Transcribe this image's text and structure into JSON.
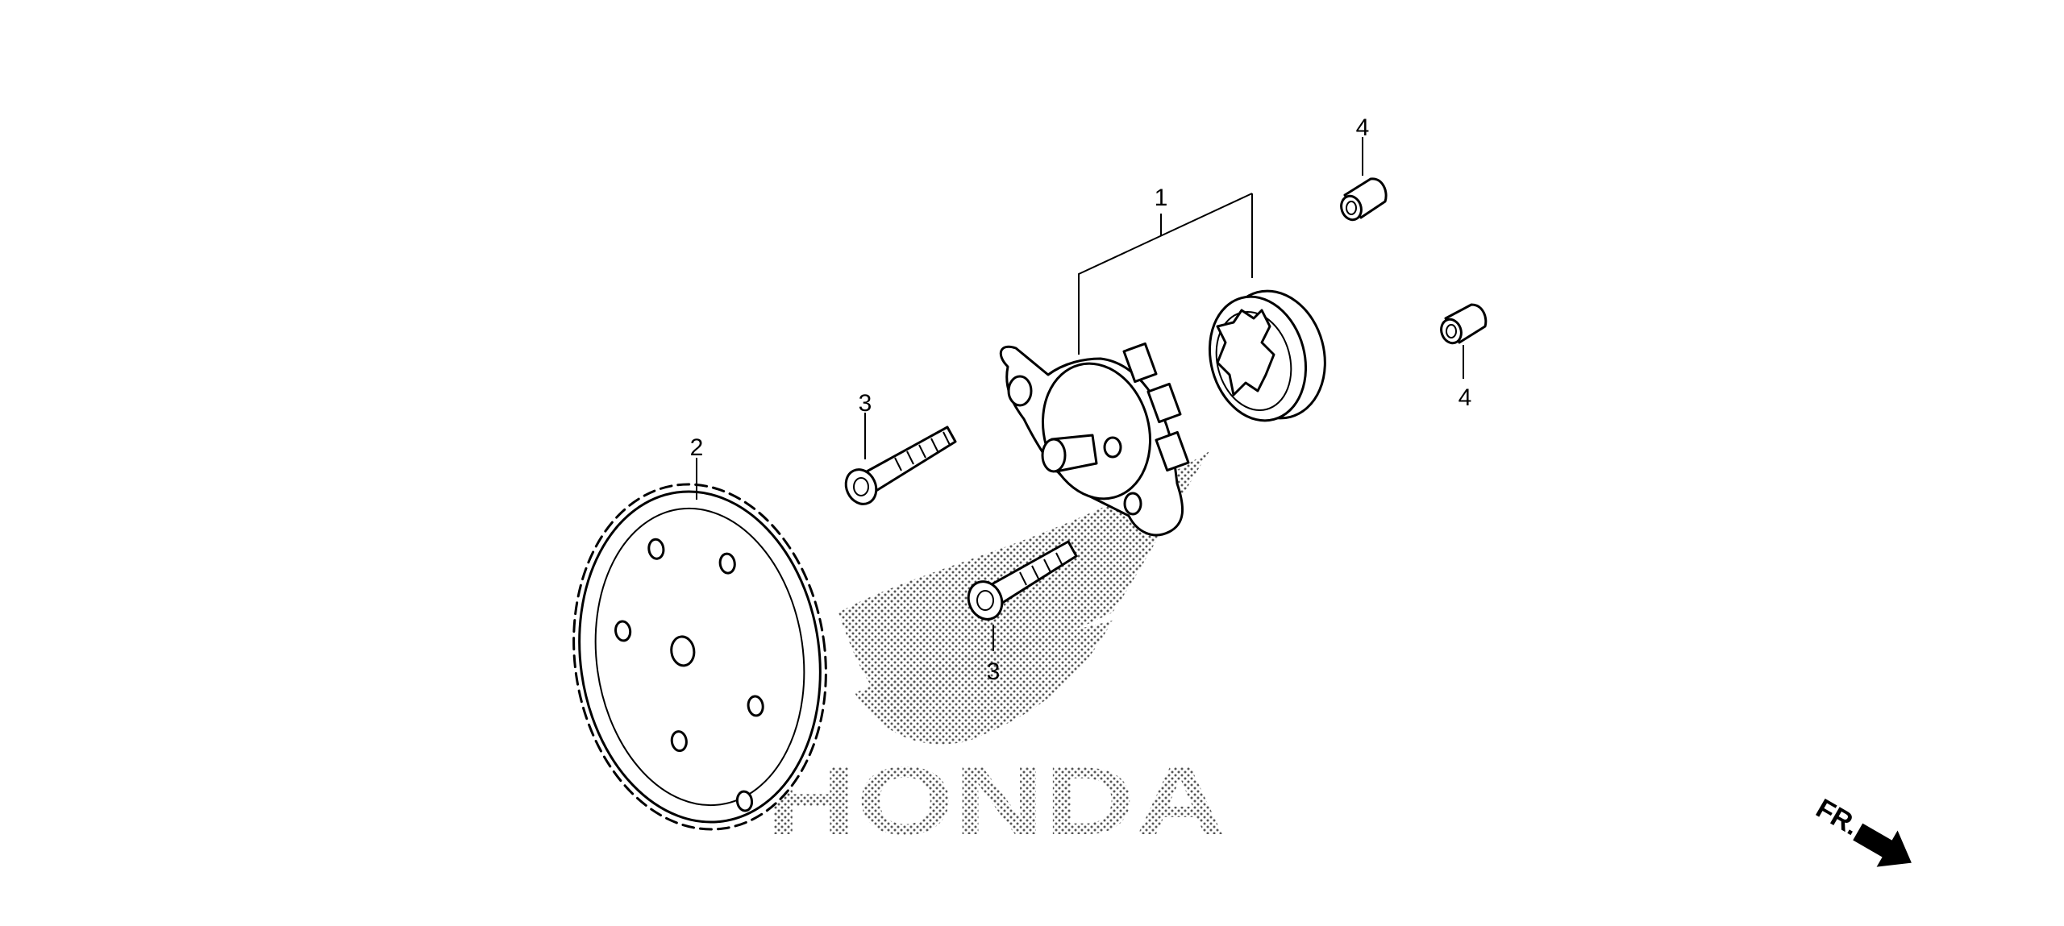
{
  "diagram": {
    "watermark": "HONDA",
    "direction_label": "FR.",
    "callouts": {
      "oil_pump_assy": "1",
      "pump_gear": "2",
      "bolt_upper": "3",
      "bolt_lower": "3",
      "dowel_upper": "4",
      "dowel_lower": "4"
    },
    "colors": {
      "line": "#000000",
      "background": "#ffffff",
      "watermark_dots": "#555555"
    }
  }
}
